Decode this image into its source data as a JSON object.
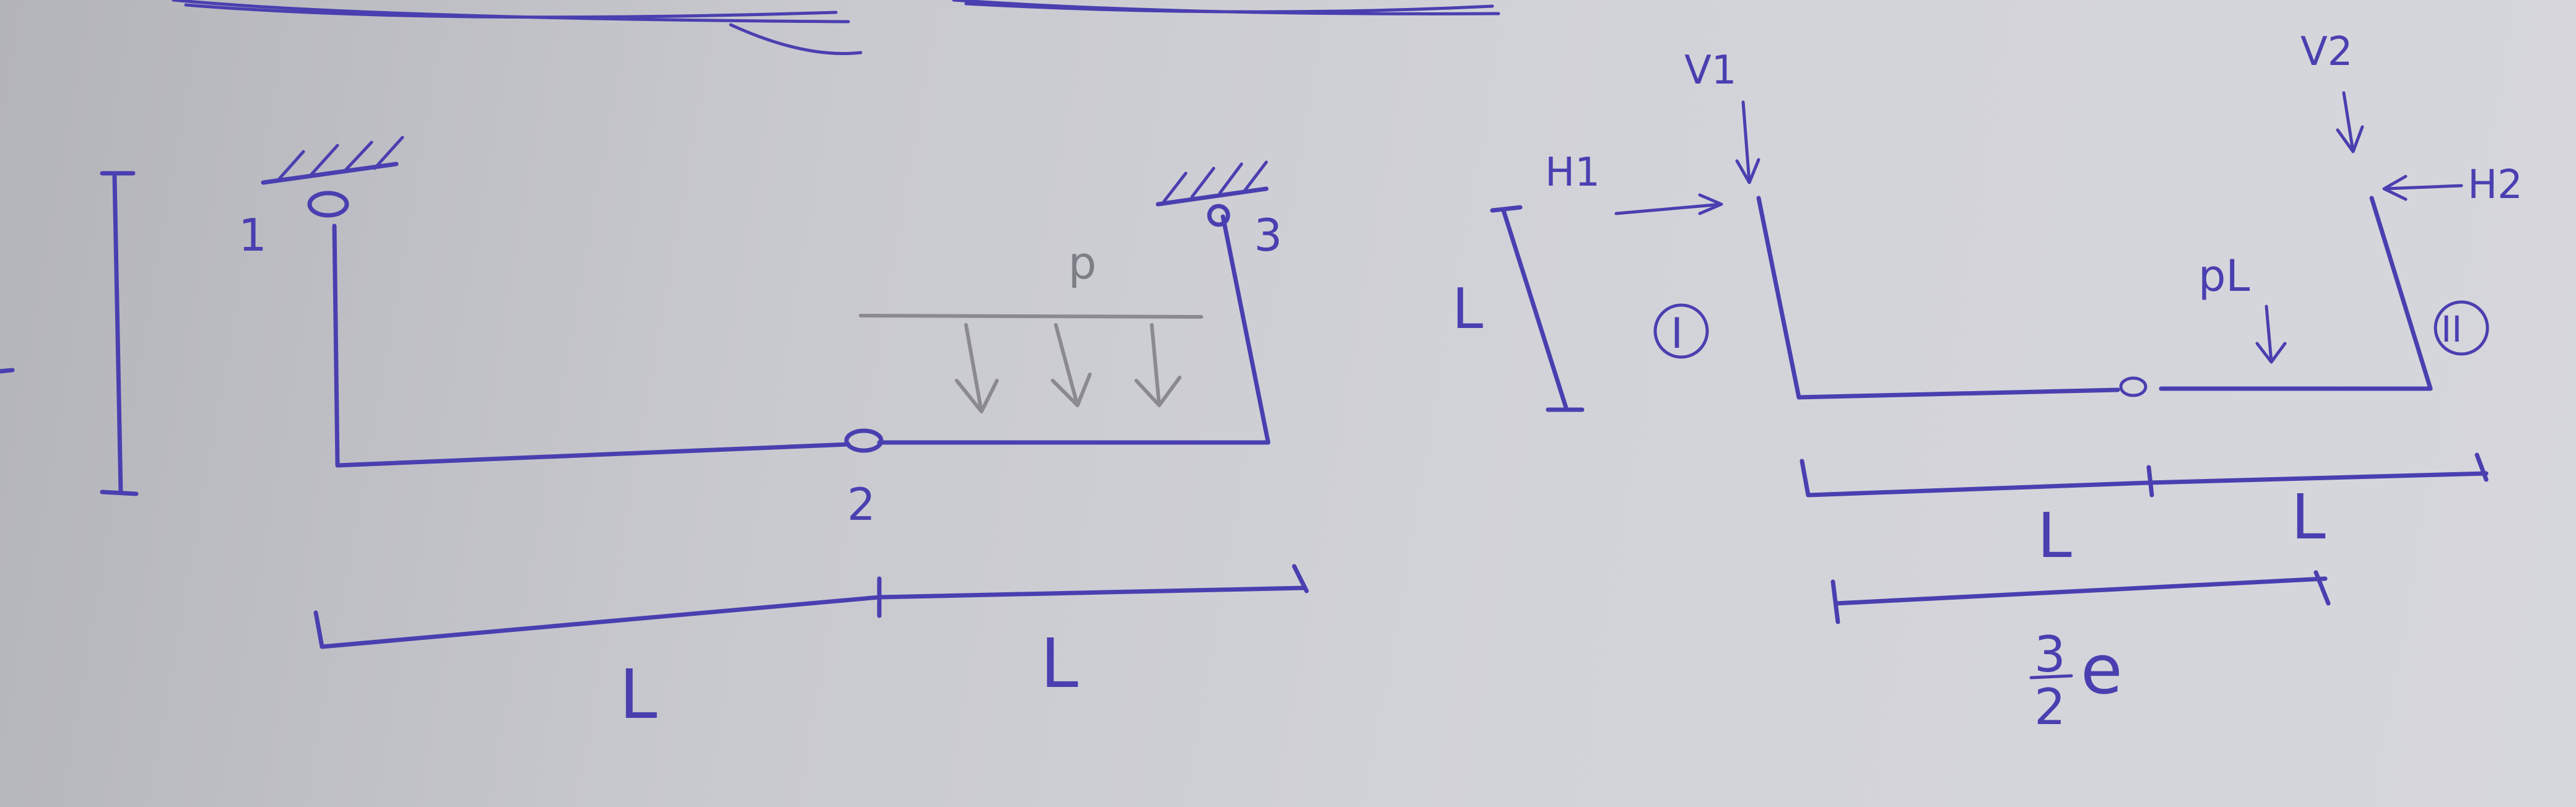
{
  "left_figure": {
    "node_labels": [
      "1",
      "2",
      "3"
    ],
    "load_label": "p",
    "span_labels": [
      "L",
      "L"
    ]
  },
  "right_figure": {
    "reactions": {
      "v1": "V1",
      "h1": "H1",
      "v2": "V2",
      "h2": "H2"
    },
    "height_label": "L",
    "part_labels": [
      "I",
      "II"
    ],
    "point_load_label": "pL",
    "span_labels": [
      "L",
      "L"
    ],
    "fraction": {
      "numerator": "3",
      "denominator": "2",
      "suffix": "e"
    }
  },
  "colors": {
    "ink": "#4a3fb0",
    "pencil": "#8a8a90",
    "paper": "#d2d3d9"
  }
}
